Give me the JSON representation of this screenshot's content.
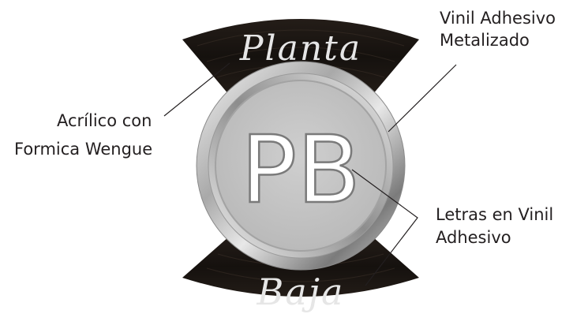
{
  "sign": {
    "top_banner": "Planta",
    "bottom_banner": "Baja",
    "center_letters": "PB"
  },
  "callouts": {
    "metal": {
      "line1": "Vinil Adhesivo",
      "line2": "Metalizado"
    },
    "acrylic": {
      "line1": "Acrílico con",
      "line2": "Formica Wengue"
    },
    "letters": {
      "line1": "Letras en Vinil",
      "line2": "Adhesivo"
    }
  },
  "colors": {
    "wood": "#1a1512",
    "ring_light": "#ededed",
    "ring_dark": "#6e6e6e",
    "face": "#c4c4c4",
    "leader": "#231f20",
    "text": "#231f20"
  }
}
